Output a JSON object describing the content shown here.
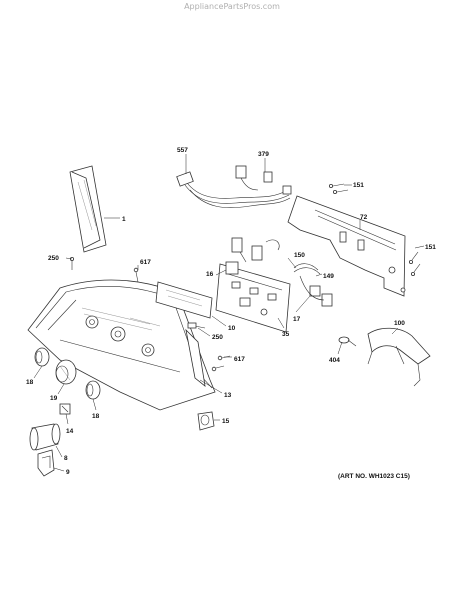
{
  "watermark": "AppliancePartsPros.com",
  "art_number": "(ART NO. WH1023 C15)",
  "callouts": {
    "c1": "1",
    "c557": "557",
    "c379": "379",
    "c151a": "151",
    "c72": "72",
    "c151b": "151",
    "c250a": "250",
    "c617a": "617",
    "c16": "16",
    "c150": "150",
    "c149": "149",
    "c17": "17",
    "c35": "35",
    "c10": "10",
    "c250b": "250",
    "c100": "100",
    "c404": "404",
    "c617b": "617",
    "c13": "13",
    "c18a": "18",
    "c19": "19",
    "c18b": "18",
    "c14": "14",
    "c15": "15",
    "c8": "8",
    "c9": "9"
  }
}
